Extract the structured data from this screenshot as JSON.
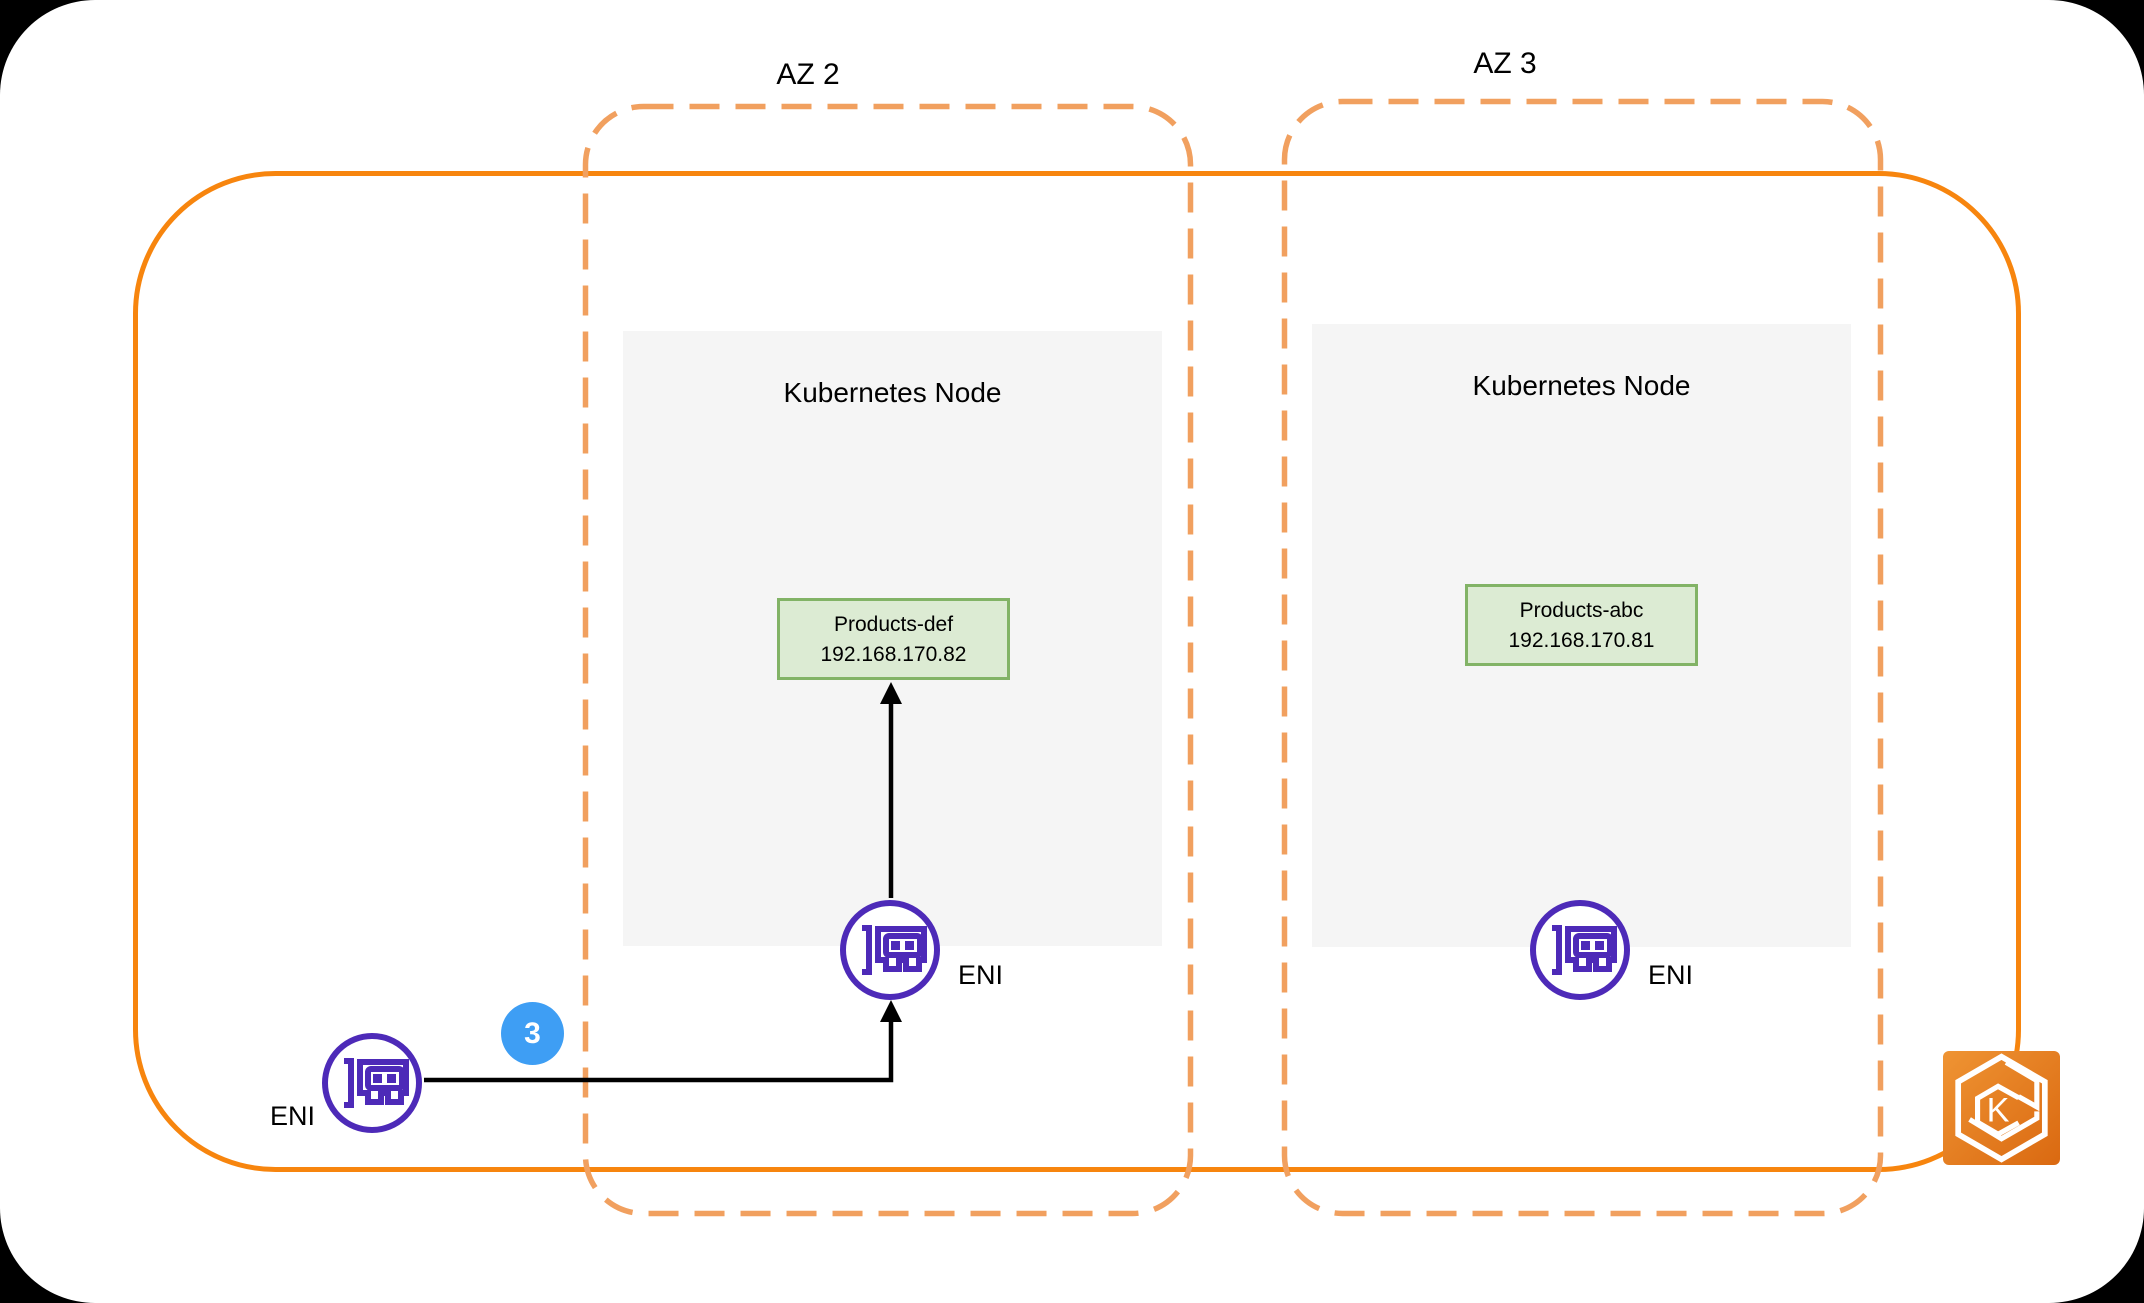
{
  "colors": {
    "vpc-border": "#F7850E",
    "az-border": "#F1A05F",
    "node-bg": "#F5F5F5",
    "pod-bg": "#DCEBD3",
    "pod-border": "#82B366",
    "eni-purple": "#4D2AB8",
    "badge-blue": "#3E9EF4",
    "connector-black": "#000000",
    "eks-gradient-start": "#EF9433",
    "eks-gradient-end": "#DA6911"
  },
  "zones": [
    {
      "label": "AZ 2"
    },
    {
      "label": "AZ 3"
    }
  ],
  "nodes": [
    {
      "title": "Kubernetes Node",
      "pod": {
        "name": "Products-def",
        "ip": "192.168.170.82"
      },
      "eni_label": "ENI"
    },
    {
      "title": "Kubernetes Node",
      "pod": {
        "name": "Products-abc",
        "ip": "192.168.170.81"
      },
      "eni_label": "ENI"
    }
  ],
  "external_eni": {
    "label": "ENI"
  },
  "step_badge": {
    "value": "3"
  },
  "eks": {
    "letter": "K"
  }
}
